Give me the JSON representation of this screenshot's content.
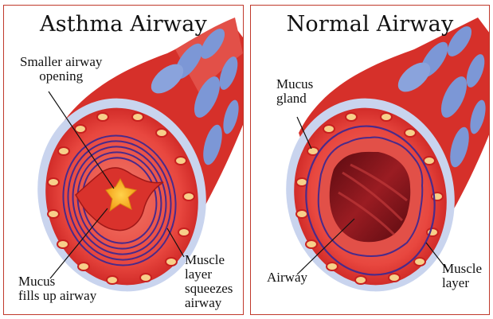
{
  "left": {
    "title": "Asthma Airway",
    "labels": {
      "smaller_opening": "Smaller airway\nopening",
      "mucus": "Mucus\nfills up airway",
      "muscle": "Muscle\nlayer\nsqueezes\nairway"
    }
  },
  "right": {
    "title": "Normal Airway",
    "labels": {
      "mucus_gland": "Mucus\ngland",
      "airway": "Airway",
      "muscle": "Muscle\nlayer"
    }
  },
  "colors": {
    "border": "#c0392b",
    "tissue": "#e8473f",
    "tissue_dark": "#c8201f",
    "lining_blue": "#b9c8e8",
    "cartilage_blue": "#7c97d6",
    "muscle_purple": "#4a2a8a",
    "mucus_yellow": "#f4b31c",
    "lumen_dark": "#7a0f14"
  }
}
